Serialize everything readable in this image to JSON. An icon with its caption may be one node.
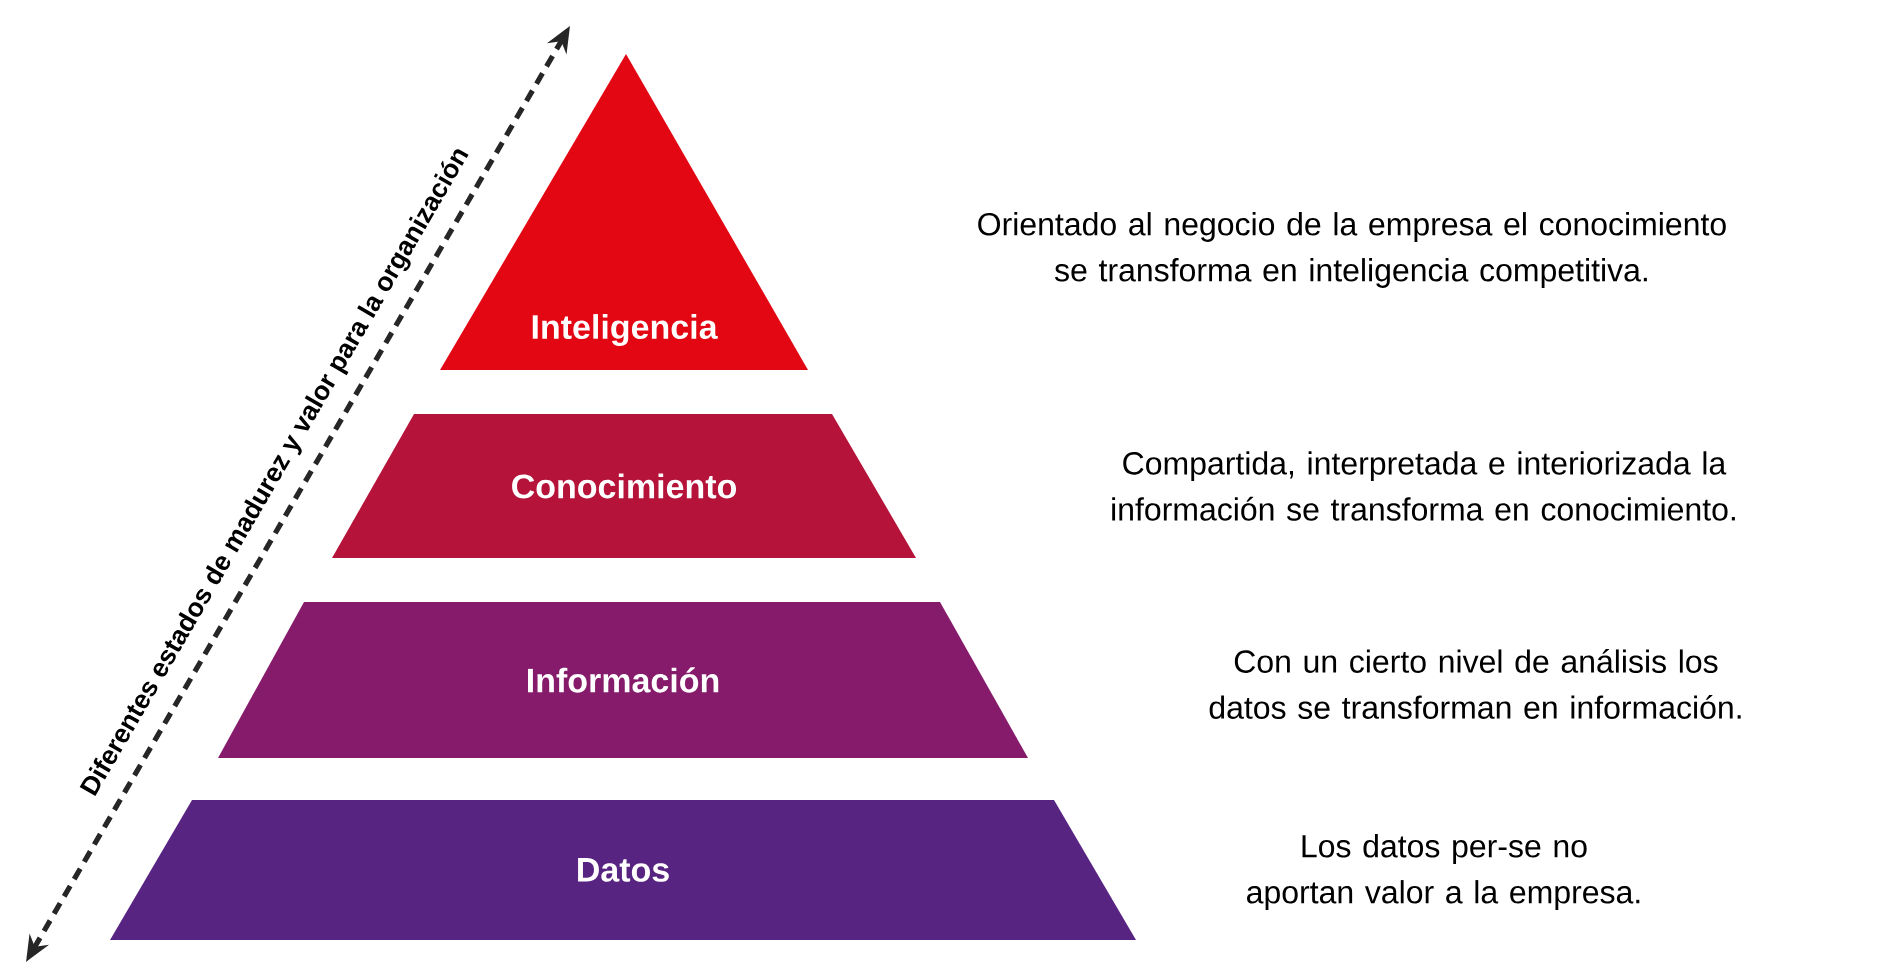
{
  "diagram": {
    "nodes": [
      {
        "text": [
          "Inteligencia"
        ]
      },
      {
        "text": [
          "Conocimiento"
        ]
      },
      {
        "text": [
          "Información"
        ]
      },
      {
        "text": [
          "Datos"
        ]
      }
    ],
    "labels": [
      "Diferentes estados de madurez y valor para la organización",
      "Orientado al negocio de la empresa el conocimiento se transforma en inteligencia competitiva.",
      "Compartida, interpretada e interiorizada la información se transforma en conocimiento.",
      "Con un cierto nivel de análisis los datos se transforman en información.",
      "Los datos per-se no aportan valor a la empresa."
    ]
  }
}
